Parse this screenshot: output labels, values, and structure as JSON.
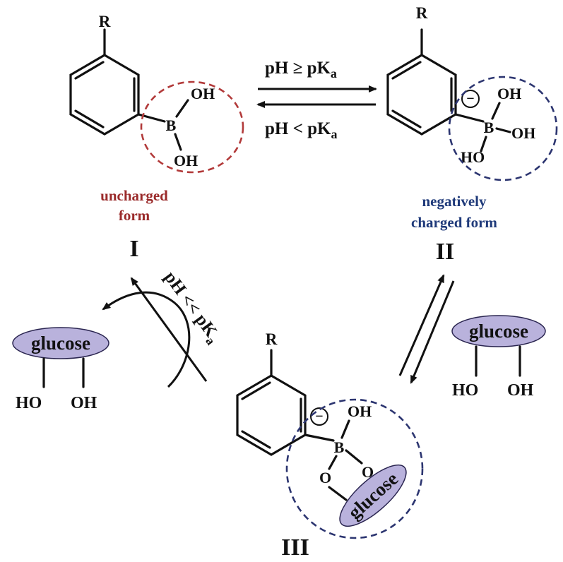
{
  "colors": {
    "uncharged": "#9a2a2a",
    "charged": "#1f3a7a",
    "glucose_fill": "#b9b2dc",
    "glucose_stroke": "#2a2550",
    "circle_red": "#b23a3a",
    "circle_blue": "#2c3570"
  },
  "compound_I": {
    "r": "R",
    "boron": "B",
    "oh_top": "OH",
    "oh_bottom": "OH",
    "label_line1": "uncharged",
    "label_line2": "form",
    "numeral": "I"
  },
  "compound_II": {
    "r": "R",
    "boron": "B",
    "charge": "−",
    "oh_top": "OH",
    "oh_right": "OH",
    "oh_bottom": "HO",
    "label_line1": "negatively",
    "label_line2": "charged form",
    "numeral": "II"
  },
  "compound_III": {
    "r": "R",
    "boron": "B",
    "charge": "−",
    "oh_top": "OH",
    "o_right": "O",
    "o_left": "O",
    "glucose": "glucose",
    "numeral": "III"
  },
  "equilibrium_top": {
    "forward": "pH ≥ pK",
    "forward_sub": "a",
    "reverse": "pH < pK",
    "reverse_sub": "a"
  },
  "left_reaction": {
    "condition": "pH << pK",
    "condition_sub": "a",
    "glucose": "glucose",
    "ho": "HO",
    "oh": "OH"
  },
  "right_reaction": {
    "glucose": "glucose",
    "ho": "HO",
    "oh": "OH"
  }
}
